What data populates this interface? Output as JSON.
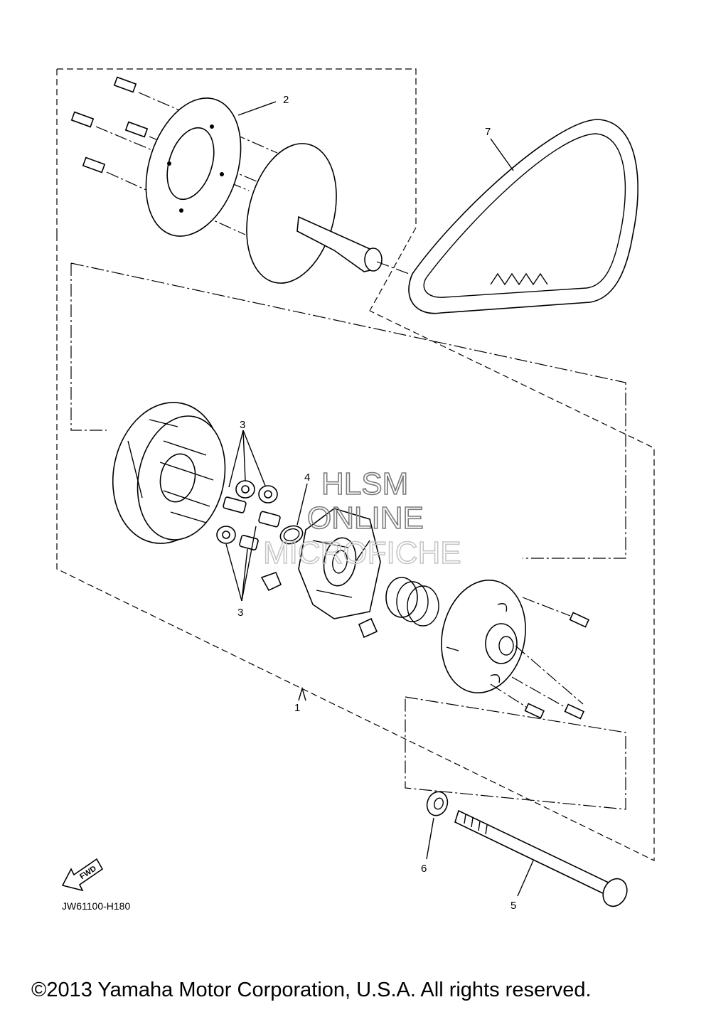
{
  "callouts": [
    "1",
    "2",
    "3",
    "3",
    "4",
    "5",
    "6",
    "7"
  ],
  "drawing_code": "JW61100-H180",
  "fwd_label": "FWD",
  "watermark": {
    "line1": "HLSM",
    "line2": "ONLINE",
    "line3": "MICROFICHE"
  },
  "copyright": "©2013 Yamaha Motor Corporation, U.S.A. All rights reserved."
}
